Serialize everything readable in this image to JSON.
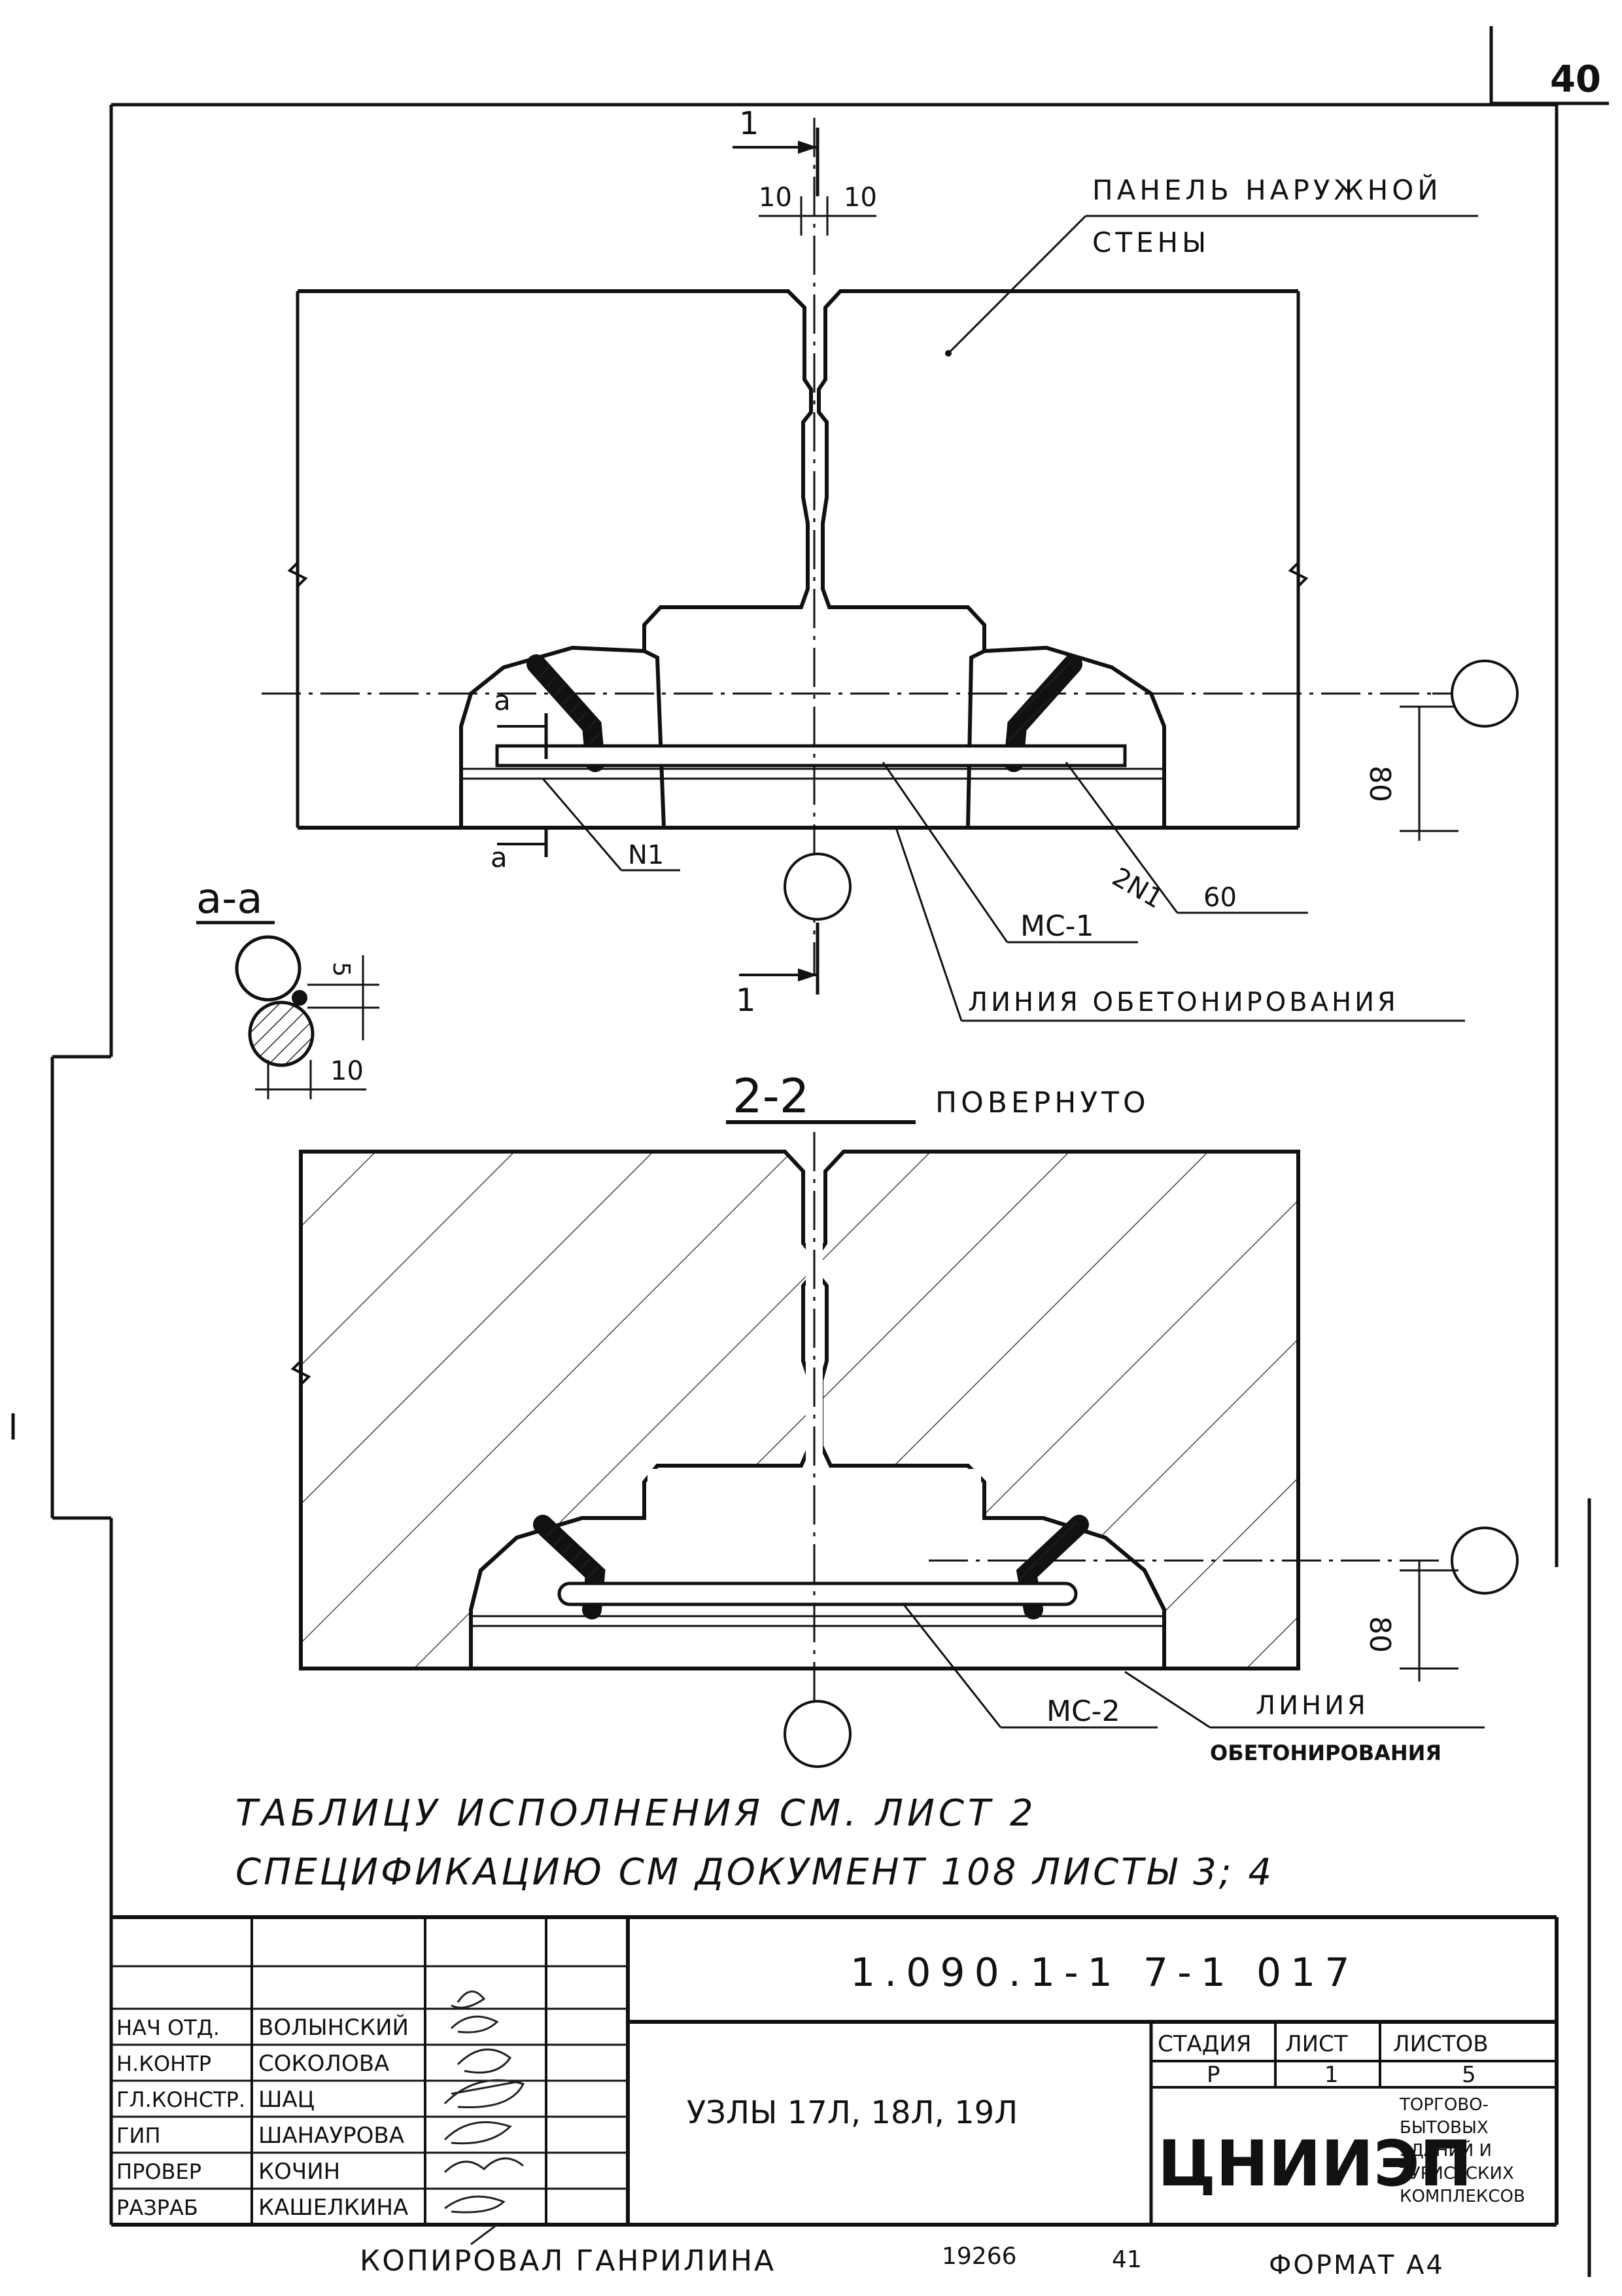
{
  "sheet": {
    "number": "40",
    "format": "ФОРМАТ А4",
    "copied_by": "КОПИРОВАЛ ГАНРИЛИНА",
    "copy_number": "19266",
    "copy_extra": "41"
  },
  "drawing": {
    "labels": {
      "cut_1": "1",
      "dim_10_left": "10",
      "dim_10_right": "10",
      "panel_line1": "ПАНЕЛЬ НАРУЖНОЙ",
      "panel_line2": "СТЕНЫ",
      "cut_a": "а",
      "section_aa": "а-а",
      "dim_5": "5",
      "dim_10_bottom": "10",
      "n1": "N1",
      "two_n1": "2N1",
      "dim_60": "60",
      "mc1": "МС-1",
      "concrete_line_1": "ЛИНИЯ ОБЕТОНИРОВАНИЯ",
      "section_22": "2-2",
      "rotated": "ПОВЕРНУТО",
      "dim_80_top": "80",
      "dim_80_bottom": "80",
      "mc2": "МС-2",
      "concrete_line_2a": "ЛИНИЯ",
      "concrete_line_2b": "ОБЕТОНИРОВАНИЯ"
    }
  },
  "notes": {
    "line1": "ТАБЛИЦУ ИСПОЛНЕНИЯ СМ. ЛИСТ 2",
    "line2": "СПЕЦИФИКАЦИЮ СМ ДОКУМЕНТ 108 ЛИСТЫ 3; 4"
  },
  "title_block": {
    "doc_code": "1.090.1-1 7-1 017",
    "title": "УЗЛЫ 17Л, 18Л, 19Л",
    "org": "ЦНИИЭП",
    "org_sub": [
      "ТОРГОВО-",
      "БЫТОВЫХ",
      "ЗДАНИЙ И",
      "ТУРИСТСКИХ",
      "КОМПЛЕКСОВ"
    ],
    "stage_header": "СТАДИЯ",
    "sheet_header": "ЛИСТ",
    "sheets_header": "ЛИСТОВ",
    "stage": "Р",
    "sheet": "1",
    "sheets": "5",
    "roles": [
      {
        "role": "НАЧ ОТД.",
        "name": "ВОЛЫНСКИЙ"
      },
      {
        "role": "Н.КОНТР",
        "name": "СОКОЛОВА"
      },
      {
        "role": "ГЛ.КОНСТР.",
        "name": "ШАЦ"
      },
      {
        "role": "ГИП",
        "name": "ШАНАУРОВА"
      },
      {
        "role": "ПРОВЕР",
        "name": "КОЧИН"
      },
      {
        "role": "РАЗРАБ",
        "name": "КАШЕЛКИНА"
      }
    ]
  }
}
